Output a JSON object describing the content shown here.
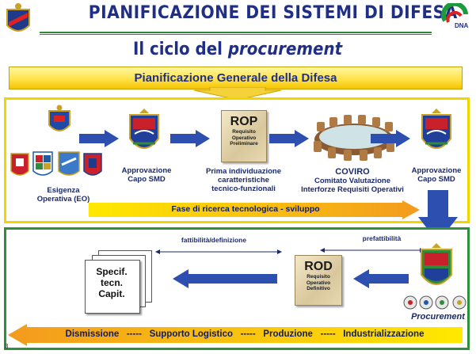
{
  "header": {
    "title": "PIANIFICAZIONE DEI SISTEMI DI DIFESA",
    "subtitle_prefix": "Il ciclo del",
    "subtitle_emph": "procurement",
    "logo_right_text": "DNA"
  },
  "banner": {
    "label": "Pianificazione Generale della Difesa"
  },
  "top_flow": {
    "eo_label_1": "Esigenza",
    "eo_label_2": "Operativa (EO)",
    "approval1_1": "Approvazione",
    "approval1_2": "Capo SMD",
    "rop_title": "ROP",
    "rop_sub": "Requisito Operativo Preliminare",
    "rop_desc_1": "Prima individuazione",
    "rop_desc_2": "caratteristiche",
    "rop_desc_3": "tecnico-funzionali",
    "coviro_title": "COVIRO",
    "coviro_desc_1": "Comitato Valutazione",
    "coviro_desc_2": "Interforze Requisiti Operativi",
    "approval2_1": "Approvazione",
    "approval2_2": "Capo SMD",
    "research_bar": "Fase di ricerca tecnologica - sviluppo"
  },
  "bottom_flow": {
    "feasibility_label": "fattibilità/definizione",
    "prefeasibility_label": "prefattibilità",
    "rod_title": "ROD",
    "rod_sub": "Requisito Operativo Definitivo",
    "spec_1": "Specif.",
    "spec_2": "tecn.",
    "spec_3": "Capit.",
    "procurement_label": "Procurement"
  },
  "footer": {
    "phases": "Dismissione   -----   Supporto Logistico   -----   Produzione   -----   Industrializzazione",
    "page_number": "3"
  },
  "colors": {
    "title_blue": "#1f2f86",
    "arrow_blue": "#2d4fb0",
    "yellow_border": "#f2d500",
    "green_border": "#2f8f3a",
    "research_bar_orange": "#f39a1e"
  }
}
